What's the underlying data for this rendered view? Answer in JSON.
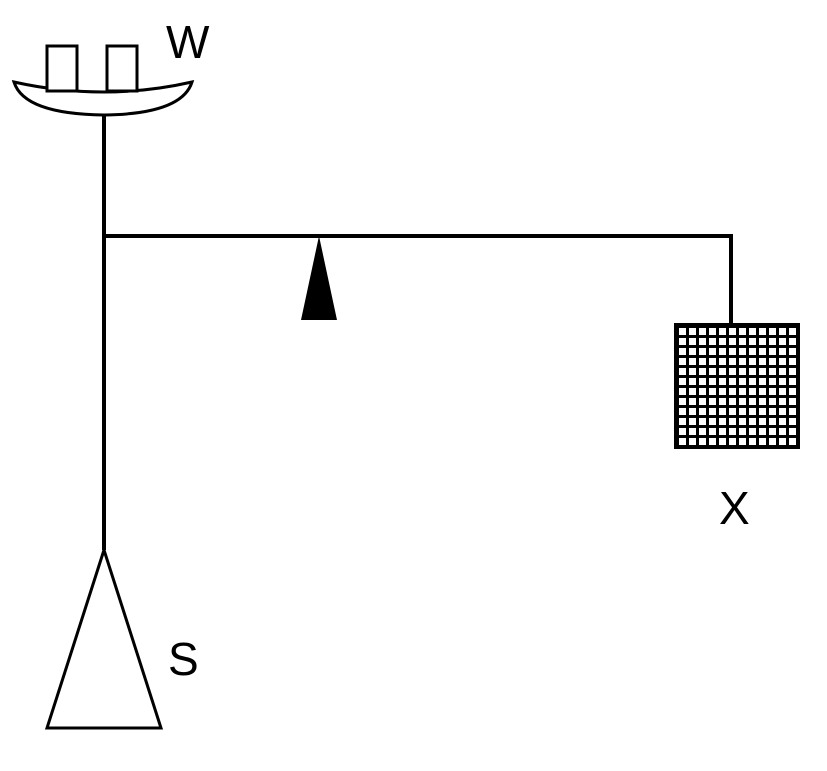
{
  "labels": {
    "w": "W",
    "x": "X",
    "s": "S"
  },
  "colors": {
    "ink": "#000000",
    "paper": "#ffffff"
  }
}
